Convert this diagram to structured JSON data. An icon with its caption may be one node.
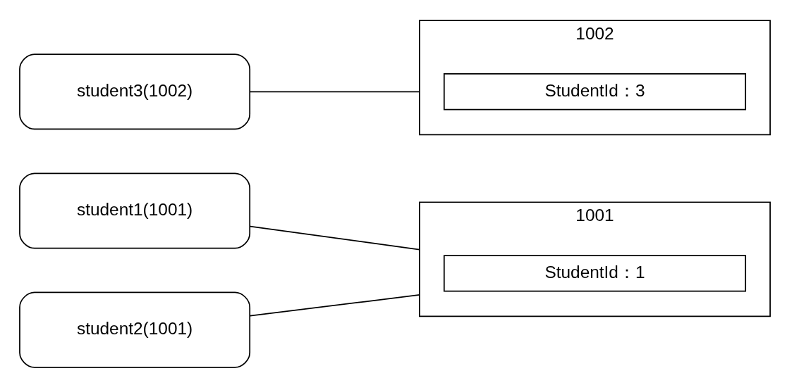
{
  "diagram": {
    "nodes": [
      {
        "text": [
          "student1(1001)"
        ]
      },
      {
        "text": [
          "student2(1001)"
        ]
      },
      {
        "text": [
          "student3(1002)"
        ]
      },
      {
        "text": [
          "1001"
        ]
      },
      {
        "text": [
          "StudentId：1"
        ],
        "in": 3
      },
      {
        "text": [
          "1002"
        ]
      },
      {
        "text": [
          "StudentId：3"
        ],
        "in": 5
      }
    ],
    "edges": [
      {
        "from": 0,
        "to": 3,
        "arrow": "none"
      },
      {
        "from": 1,
        "to": 3,
        "arrow": "none"
      },
      {
        "from": 2,
        "to": 5,
        "arrow": "none"
      }
    ]
  }
}
